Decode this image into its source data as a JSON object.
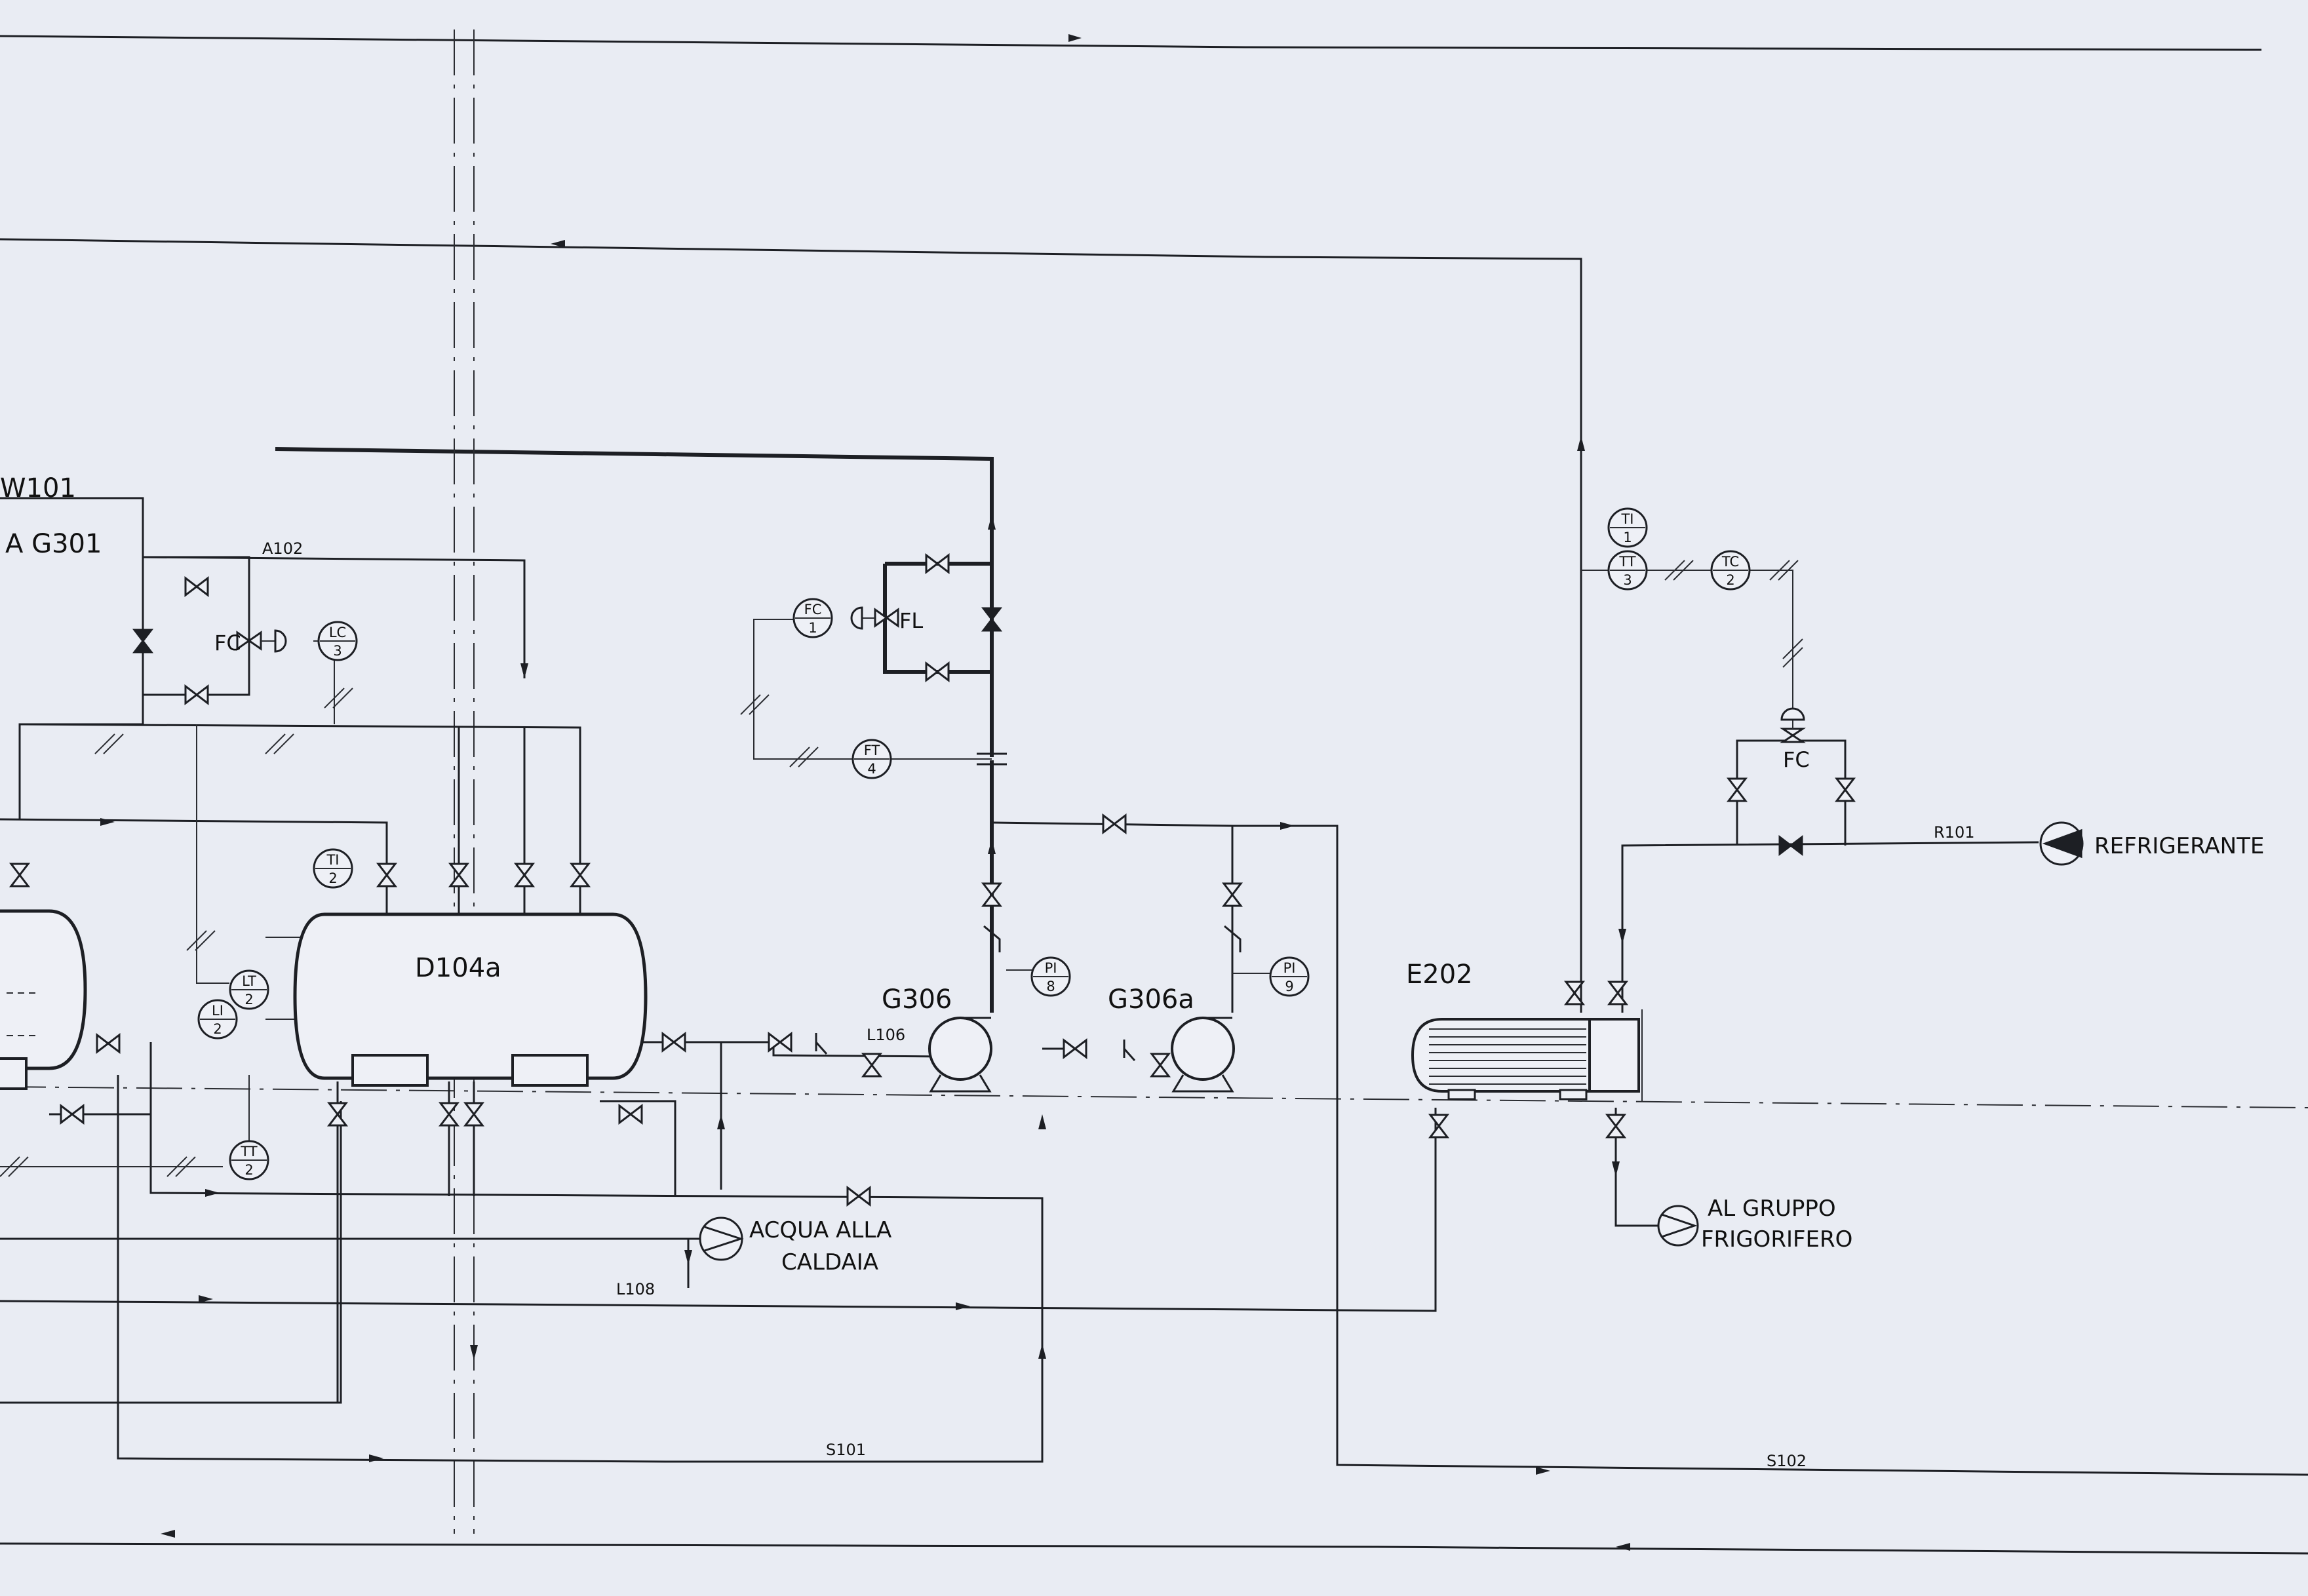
{
  "equipment": {
    "w101": "W101",
    "a_g301": "A G301",
    "d104a": "D104a",
    "g306": "G306",
    "g306a": "G306a",
    "e202": "E202"
  },
  "lines": {
    "a102": "A102",
    "l106": "L106",
    "l108": "L108",
    "s101": "S101",
    "s102": "S102",
    "r101": "R101"
  },
  "streams": {
    "refrigerante": "REFRIGERANTE",
    "acqua_1": "ACQUA ALLA",
    "acqua_2": "CALDAIA",
    "gruppo_1": "AL GRUPPO",
    "gruppo_2": "FRIGORIFERO"
  },
  "instruments": {
    "lc3": [
      "LC",
      "3"
    ],
    "ti2": [
      "TI",
      "2"
    ],
    "lt2": [
      "LT",
      "2"
    ],
    "li2": [
      "LI",
      "2"
    ],
    "tt2": [
      "TT",
      "2"
    ],
    "fc1": [
      "FC",
      "1"
    ],
    "ft4": [
      "FT",
      "4"
    ],
    "pi8": [
      "PI",
      "8"
    ],
    "pi9": [
      "PI",
      "9"
    ],
    "ti1": [
      "TI",
      "1"
    ],
    "tt3": [
      "TT",
      "3"
    ],
    "tc2": [
      "TC",
      "2"
    ]
  },
  "control_valves": {
    "fc_left": "FC",
    "fl": "FL",
    "fc_right": "FC"
  }
}
